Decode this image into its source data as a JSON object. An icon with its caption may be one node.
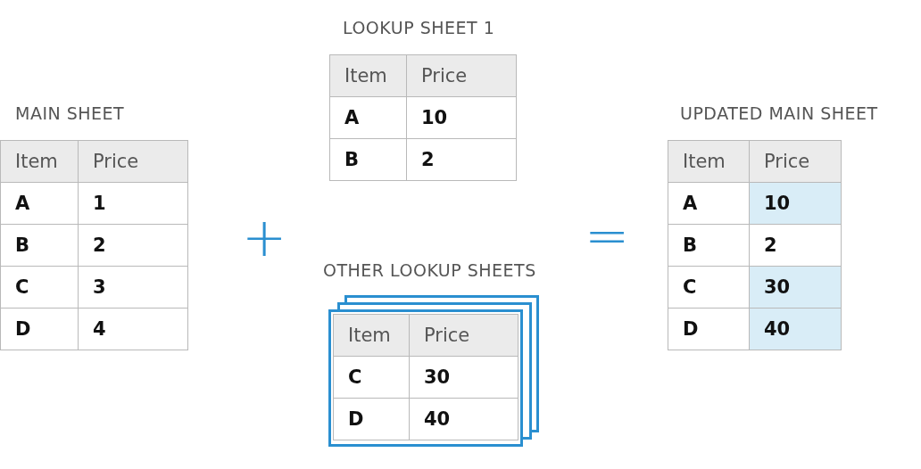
{
  "diagram": {
    "labels": [
      "MAIN SHEET",
      "Item",
      "Price",
      "A",
      "1",
      "B",
      "2",
      "C",
      "3",
      "D",
      "4",
      "+",
      "LOOKUP SHEET 1",
      "Item",
      "Price",
      "A",
      "10",
      "B",
      "2",
      "OTHER LOOKUP SHEETS",
      "Item",
      "Price",
      "C",
      "30",
      "D",
      "40",
      "=",
      "UPDATED MAIN SHEET",
      "Item",
      "Price",
      "A",
      "10",
      "B",
      "2",
      "C",
      "30",
      "D",
      "40"
    ]
  }
}
